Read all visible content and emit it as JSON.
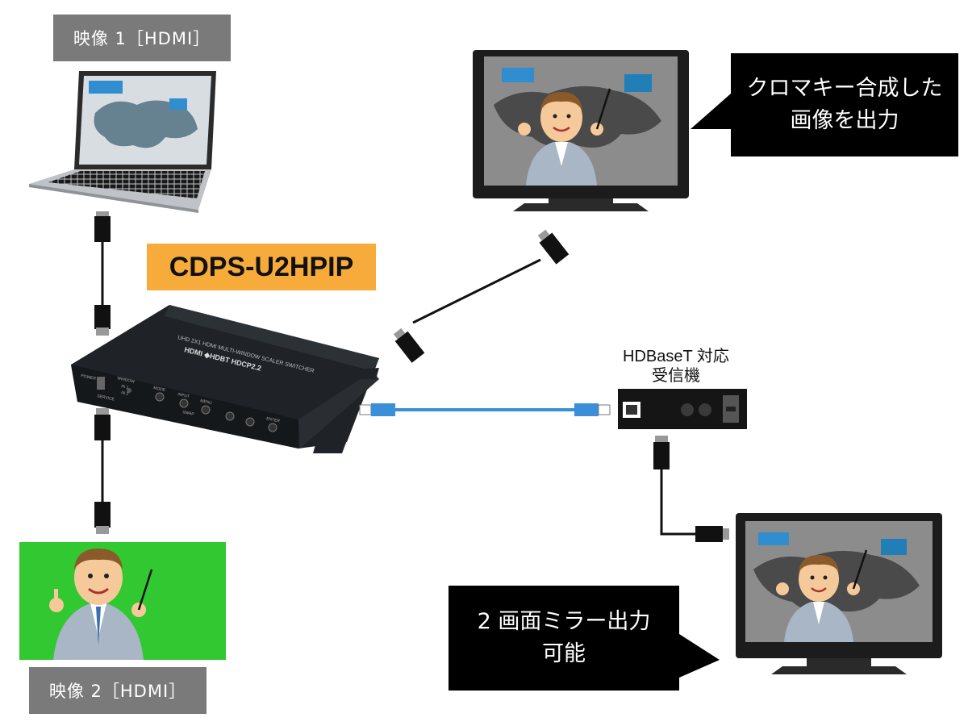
{
  "labels": {
    "input1": "映像 1［HDMI］",
    "input2": "映像 2［HDMI］",
    "product": "CDPS-U2HPIP",
    "receiver_line1": "HDBaseT 対応",
    "receiver_line2": "受信機"
  },
  "callouts": {
    "top_line1": "クロマキー合成した",
    "top_line2": "画像を出力",
    "bottom_line1": "2 画面ミラー出力",
    "bottom_line2": "可能"
  },
  "device": {
    "model_text": "UHD 2X1 HDMI MULTI-WINDOW SCALER SWITCHER",
    "logos_text": "HDMI ◆HDBT HDCP2.2",
    "buttons": [
      "MODE",
      "INPUT",
      "MENU",
      "SWAP",
      "ENTER"
    ],
    "left_labels": [
      "POWER",
      "SERVICE",
      "WINDOW",
      "IN 1",
      "IN 2"
    ]
  },
  "colors": {
    "orange": "#f7ab3a",
    "gray_label": "#7a7a7a",
    "green_screen": "#32c832",
    "lan_cable": "#3a8fd8"
  }
}
